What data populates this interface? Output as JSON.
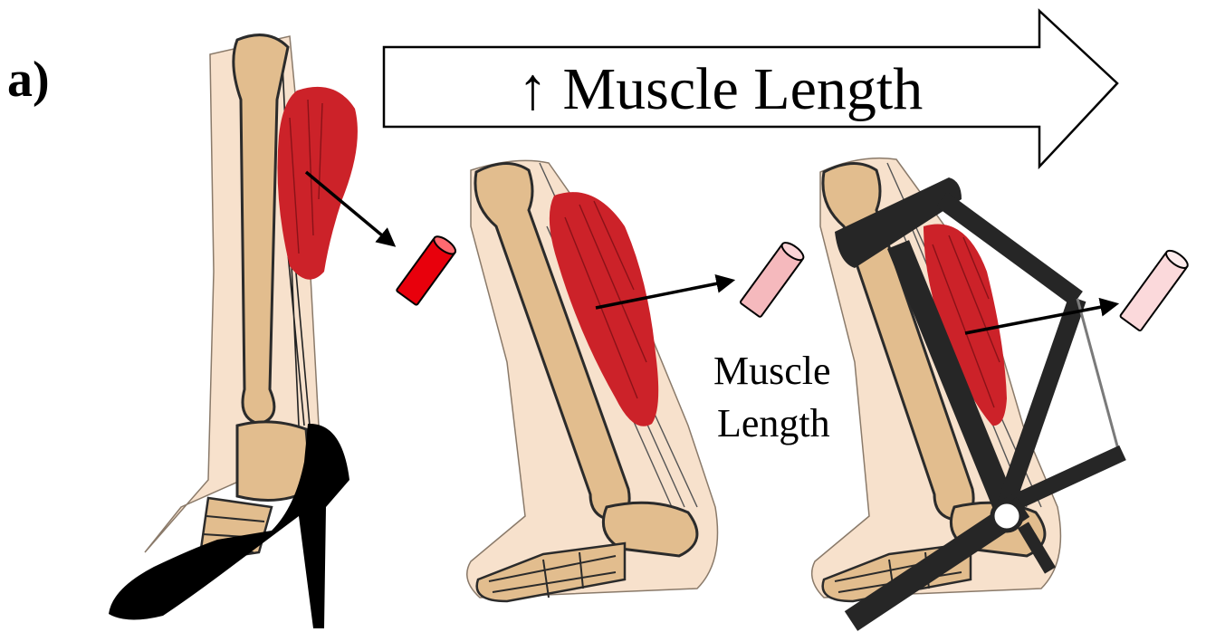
{
  "panel_label": "a)",
  "banner_arrow": {
    "text": "↑ Muscle Length"
  },
  "muscle_annotation": {
    "line1": "Muscle",
    "line2": "Length"
  },
  "colors": {
    "bone": "#e2bd8e",
    "bone_outline": "#2b2b2b",
    "skin": "#f7e1cc",
    "muscle": "#cc2229",
    "fiber_short": "#e8000c",
    "fiber_long": "#f5b9bd",
    "fiber_longest": "#fbd9db",
    "shoe": "#000000",
    "brace": "#262626"
  },
  "stages": [
    {
      "name": "leg-in-high-heel",
      "fiber_icon": "short-muscle-fiber-icon"
    },
    {
      "name": "leg-neutral",
      "fiber_icon": "long-muscle-fiber-icon"
    },
    {
      "name": "leg-with-brace",
      "fiber_icon": "longest-muscle-fiber-icon"
    }
  ]
}
